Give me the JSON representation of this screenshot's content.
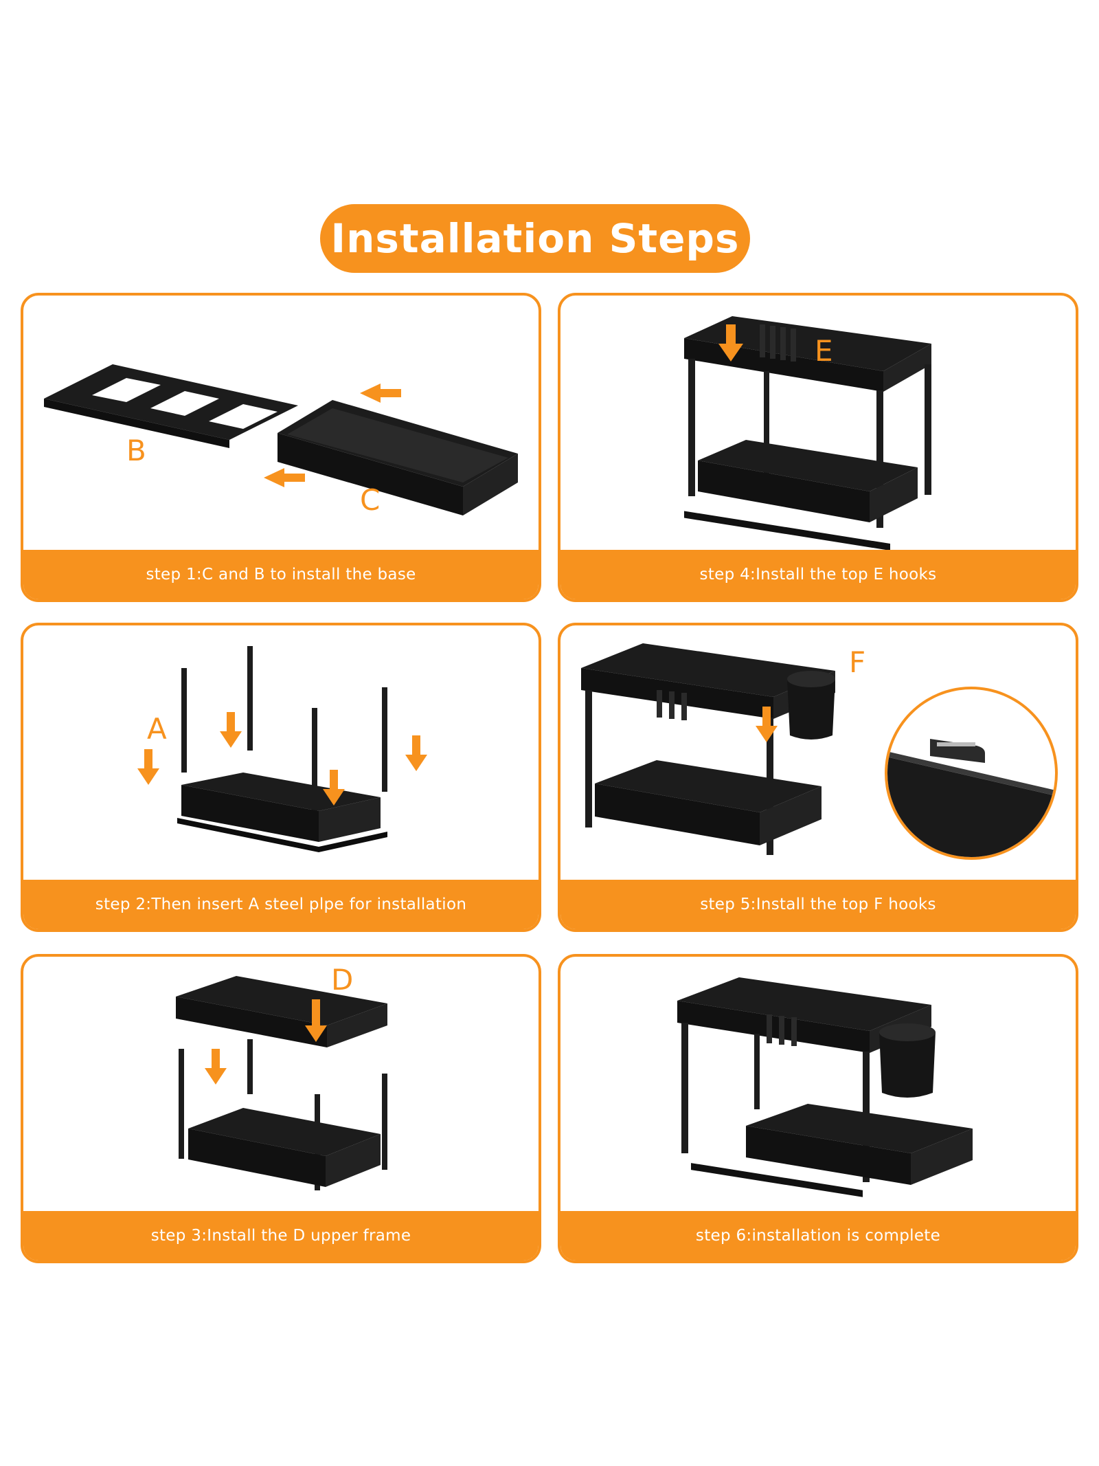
{
  "title": "Installation Steps",
  "colors": {
    "accent": "#f7921e",
    "product": "#1c1c1c",
    "background": "#ffffff"
  },
  "steps": [
    {
      "caption": "step 1:C and B to install the base",
      "labels": [
        "B",
        "C"
      ]
    },
    {
      "caption": "step 4:Install the top E hooks",
      "labels": [
        "E"
      ]
    },
    {
      "caption": "step 2:Then insert A steel plpe for installation",
      "labels": [
        "A"
      ]
    },
    {
      "caption": "step 5:Install the top F hooks",
      "labels": [
        "F"
      ]
    },
    {
      "caption": "step 3:Install the D upper frame",
      "labels": [
        "D"
      ]
    },
    {
      "caption": "step 6:installation is complete",
      "labels": []
    }
  ]
}
